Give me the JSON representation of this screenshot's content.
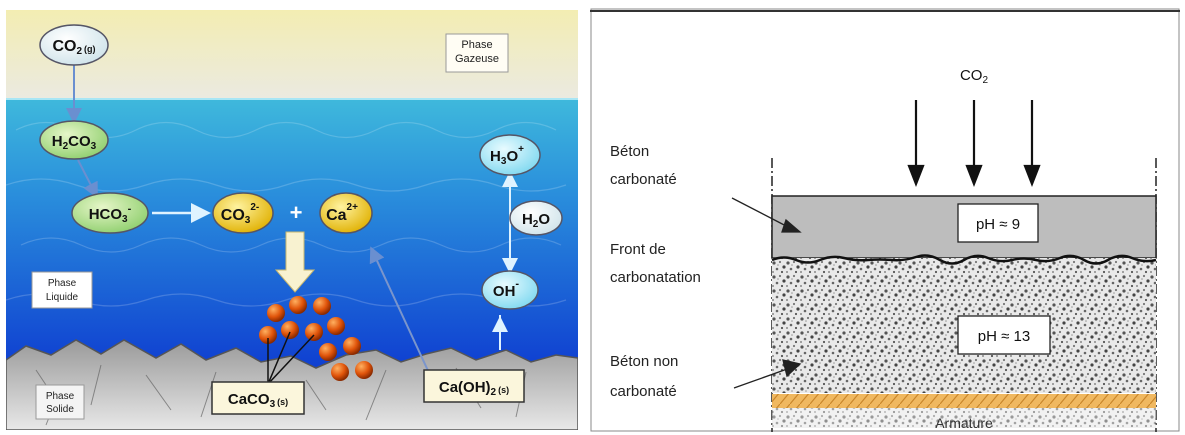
{
  "left": {
    "phase_gas": [
      "Phase",
      "Gazeuse"
    ],
    "phase_liquid": [
      "Phase",
      "Liquide"
    ],
    "phase_solid": [
      "Phase",
      "Solide"
    ],
    "co2g": {
      "main": "CO",
      "sub": "2",
      "tag": "(g)"
    },
    "h2co3": {
      "a": "H",
      "a_sub": "2",
      "b": "CO",
      "b_sub": "3"
    },
    "hco3": {
      "main": "HCO",
      "sub": "3",
      "sup": "-"
    },
    "co3": {
      "main": "CO",
      "sub": "3",
      "sup": "2-"
    },
    "plus": "+",
    "ca": {
      "main": "Ca",
      "sup": "2+"
    },
    "h3o": {
      "main": "H",
      "sub": "3",
      "tail": "O",
      "sup": "+"
    },
    "h2o": {
      "main": "H",
      "sub": "2",
      "tail": "O"
    },
    "oh": {
      "main": "OH",
      "sup": "-"
    },
    "caco3": {
      "main": "CaCO",
      "sub": "3",
      "tag": "(s)"
    },
    "caoh2": {
      "main": "Ca(OH)",
      "sub": "2",
      "tag": "(s)"
    }
  },
  "right": {
    "co2": {
      "main": "CO",
      "sub": "2"
    },
    "label_carbonated": [
      "Béton",
      "carbonaté"
    ],
    "label_front": [
      "Front de",
      "carbonatation"
    ],
    "label_noncarbonated": [
      "Béton  non",
      "carbonaté"
    ],
    "ph_top": "pH ≈ 9",
    "ph_bottom": "pH ≈ 13",
    "armature": "Armature"
  }
}
